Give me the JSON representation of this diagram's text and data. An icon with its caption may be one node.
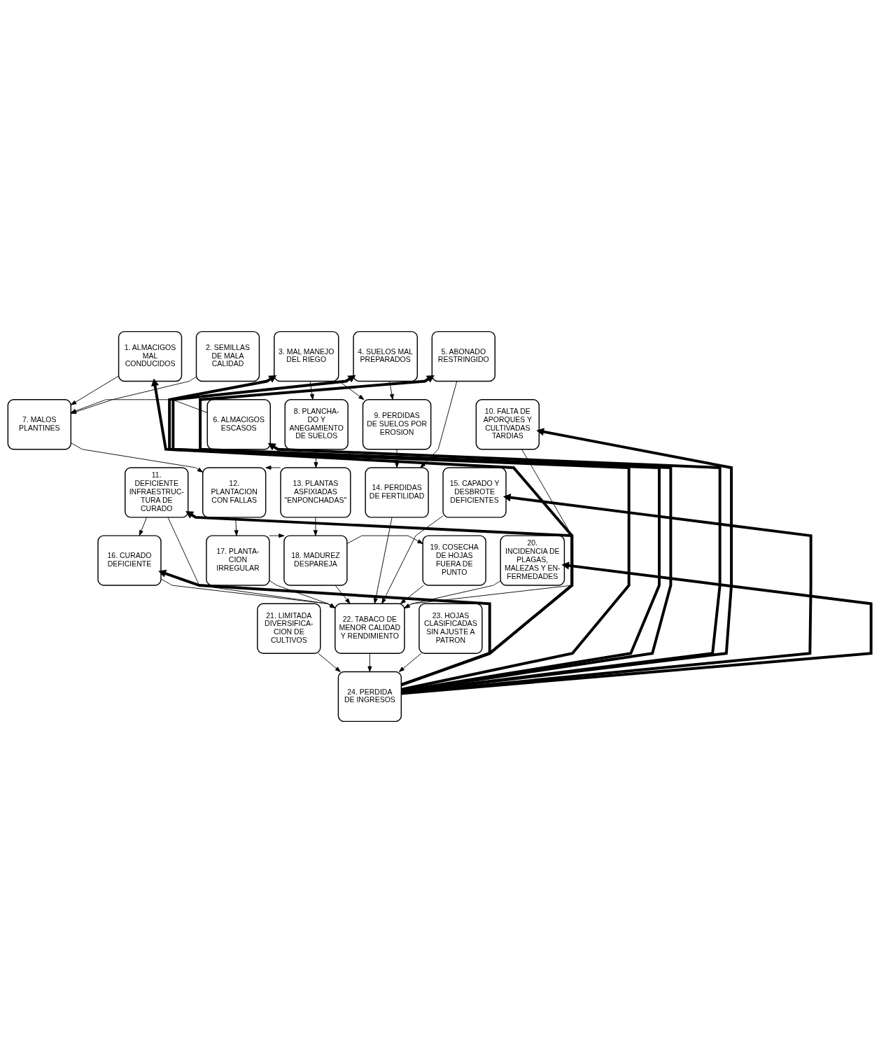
{
  "diagram": {
    "nodes": [
      {
        "text": [
          "1. ALMACIGOS MAL CONDUCIDOS"
        ]
      },
      {
        "text": [
          "2. SEMILLAS DE MALA CALIDAD"
        ]
      },
      {
        "text": [
          "3. MAL MANEJO DEL RIEGO"
        ]
      },
      {
        "text": [
          "4. SUELOS MAL PREPARADOS"
        ]
      },
      {
        "text": [
          "5. ABONADO RESTRINGIDO"
        ]
      },
      {
        "text": [
          "6. ALMACIGOS ESCASOS"
        ]
      },
      {
        "text": [
          "7. MALOS PLANTINES"
        ]
      },
      {
        "text": [
          "8. PLANCHA- DO Y ANEGAMIENTO DE SUELOS"
        ]
      },
      {
        "text": [
          "9. PERDIDAS DE SUELOS POR EROSION"
        ]
      },
      {
        "text": [
          "10. FALTA DE APORQUES Y CULTIVADAS TARDIAS"
        ]
      },
      {
        "text": [
          "11. DEFICIENTE INFRAESTRUC- TURA DE CURADO"
        ]
      },
      {
        "text": [
          "12. PLANTACION CON FALLAS"
        ]
      },
      {
        "text": [
          "13. PLANTAS ASFIXIADAS \"ENPONCHADAS\""
        ]
      },
      {
        "text": [
          "14. PERDIDAS DE FERTILIDAD"
        ]
      },
      {
        "text": [
          "15. CAPADO Y DESBROTE DEFICIENTES"
        ]
      },
      {
        "text": [
          "16. CURADO DEFICIENTE"
        ]
      },
      {
        "text": [
          "17. PLANTA- CION IRREGULAR"
        ]
      },
      {
        "text": [
          "18. MADUREZ DESPAREJA"
        ]
      },
      {
        "text": [
          "19. COSECHA DE HOJAS FUERA DE PUNTO"
        ]
      },
      {
        "text": [
          "20. INCIDENCIA DE PLAGAS, MALEZAS Y EN- FERMEDADES"
        ]
      },
      {
        "text": [
          "21. LIMITADA DIVERSIFICA- CION DE CULTIVOS"
        ]
      },
      {
        "text": [
          "22. TABACO DE MENOR CALIDAD Y RENDIMIENTO"
        ]
      },
      {
        "text": [
          "23. HOJAS CLASIFICADAS SIN AJUSTE A PATRON"
        ]
      },
      {
        "text": [
          "24. PERDIDA DE INGRESOS"
        ]
      }
    ],
    "edges": [
      {
        "from": 0,
        "to": 6,
        "arrow": "to"
      },
      {
        "from": 1,
        "to": 6,
        "arrow": "to"
      },
      {
        "from": 2,
        "to": 7,
        "arrow": "to"
      },
      {
        "from": 2,
        "to": 8,
        "arrow": "to"
      },
      {
        "from": 3,
        "to": 8,
        "arrow": "to"
      },
      {
        "from": 4,
        "to": 13,
        "arrow": "to"
      },
      {
        "from": 5,
        "to": 6,
        "arrow": "to"
      },
      {
        "from": 6,
        "to": 11,
        "arrow": "to"
      },
      {
        "from": 7,
        "to": 12,
        "arrow": "to"
      },
      {
        "from": 8,
        "to": 13,
        "arrow": "to"
      },
      {
        "from": 9,
        "to": 21,
        "arrow": "to"
      },
      {
        "from": 10,
        "to": 15,
        "arrow": "to"
      },
      {
        "from": 10,
        "to": 21,
        "arrow": "to"
      },
      {
        "from": 12,
        "to": 11,
        "arrow": "to"
      },
      {
        "from": 11,
        "to": 16,
        "arrow": "to"
      },
      {
        "from": 12,
        "to": 17,
        "arrow": "to"
      },
      {
        "from": 13,
        "to": 21,
        "arrow": "to"
      },
      {
        "from": 14,
        "to": 21,
        "arrow": "to"
      },
      {
        "from": 16,
        "to": 17,
        "arrow": "to"
      },
      {
        "from": 17,
        "to": 18,
        "arrow": "to"
      },
      {
        "from": 15,
        "to": 21,
        "arrow": "to"
      },
      {
        "from": 16,
        "to": 21,
        "arrow": "to"
      },
      {
        "from": 17,
        "to": 21,
        "arrow": "to"
      },
      {
        "from": 18,
        "to": 21,
        "arrow": "to"
      },
      {
        "from": 19,
        "to": 21,
        "arrow": "to"
      },
      {
        "from": 20,
        "to": 23,
        "arrow": "to"
      },
      {
        "from": 21,
        "to": 23,
        "arrow": "to"
      },
      {
        "from": 22,
        "to": 23,
        "arrow": "to"
      },
      {
        "from": 23,
        "to": 0,
        "arrow": "to",
        "style": "thick"
      },
      {
        "from": 23,
        "to": 5,
        "arrow": "to",
        "style": "thick"
      },
      {
        "from": 23,
        "to": 10,
        "arrow": "to",
        "style": "thick"
      },
      {
        "from": 23,
        "to": 15,
        "arrow": "to",
        "style": "thick"
      },
      {
        "from": 23,
        "to": 2,
        "arrow": "to",
        "style": "thick"
      },
      {
        "from": 23,
        "to": 3,
        "arrow": "to",
        "style": "thick"
      },
      {
        "from": 23,
        "to": 4,
        "arrow": "to",
        "style": "thick"
      },
      {
        "from": 23,
        "to": 9,
        "arrow": "to",
        "style": "thick"
      },
      {
        "from": 23,
        "to": 14,
        "arrow": "to",
        "style": "thick"
      },
      {
        "from": 23,
        "to": 19,
        "arrow": "to",
        "style": "thick"
      }
    ]
  }
}
